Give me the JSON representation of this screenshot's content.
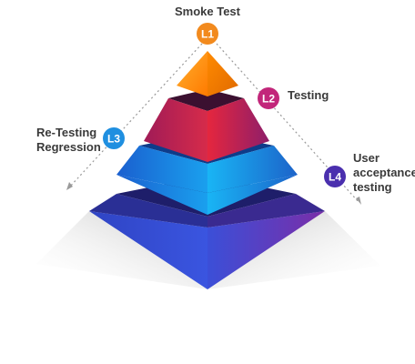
{
  "levels": [
    {
      "badge": "L1",
      "label_lines": [
        "Smoke Test"
      ],
      "color": "#f28a1e"
    },
    {
      "badge": "L2",
      "label_lines": [
        "Testing"
      ],
      "color": "#c2267a"
    },
    {
      "badge": "L3",
      "label_lines": [
        "Re-Testing",
        "Regression"
      ],
      "color": "#1f8fe0"
    },
    {
      "badge": "L4",
      "label_lines": [
        "User",
        "acceptance",
        "testing"
      ],
      "color": "#4a2fae"
    }
  ]
}
